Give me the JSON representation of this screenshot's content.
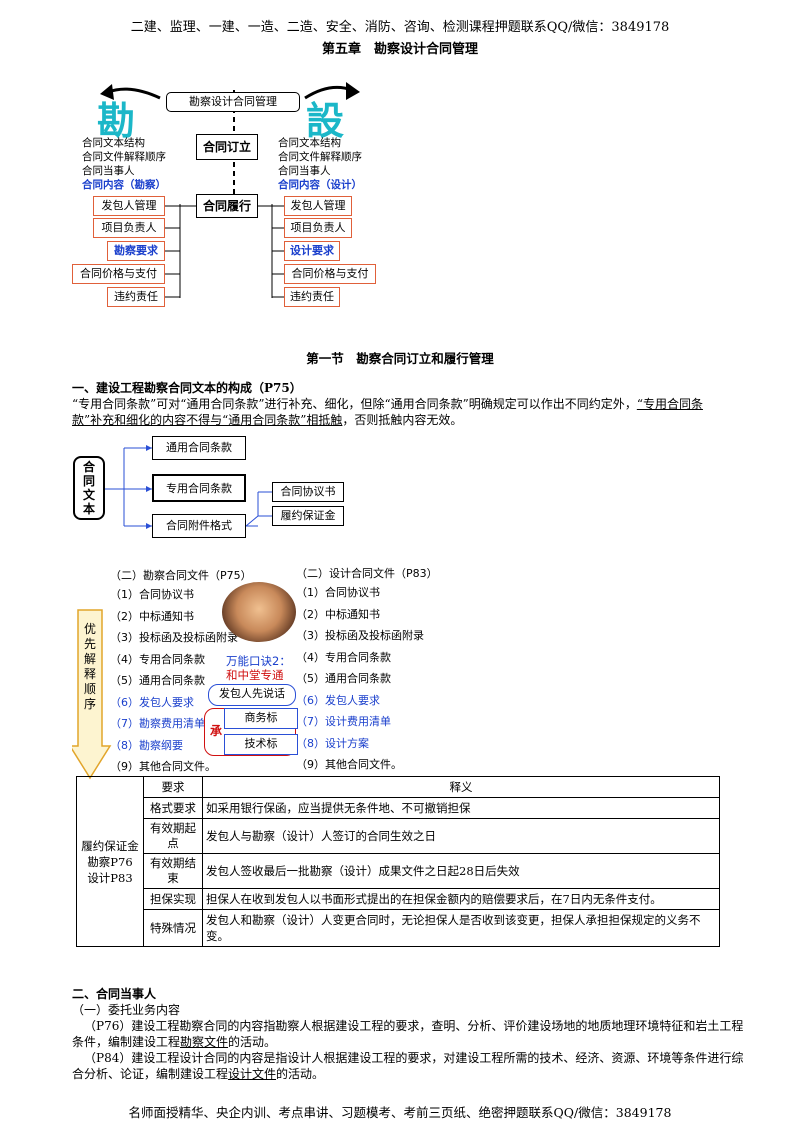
{
  "header_top": "二建、监理、一建、一造、二造、安全、消防、咨询、检测课程押题联系QQ/微信：3849178",
  "chapter_title": "第五章　勘察设计合同管理",
  "diagram1": {
    "kan": "勘",
    "she": "設",
    "center_top": "勘察设计合同管理",
    "center_sign": "合同订立",
    "center_perform": "合同履行",
    "left_lines": [
      "合同文本结构",
      "合同文件解释顺序",
      "合同当事人"
    ],
    "left_content": "合同内容（勘察）",
    "right_lines": [
      "合同文本结构",
      "合同文件解释顺序",
      "合同当事人"
    ],
    "right_content": "合同内容（设计）",
    "left_boxes": [
      "发包人管理",
      "项目负责人",
      "勘察要求",
      "合同价格与支付",
      "违约责任"
    ],
    "right_boxes": [
      "发包人管理",
      "项目负责人",
      "设计要求",
      "合同价格与支付",
      "违约责任"
    ]
  },
  "section1_title": "第一节　勘察合同订立和履行管理",
  "h1": "一、建设工程勘察合同文本的构成（P75）",
  "para1_a": "“专用合同条款”可对“通用合同条款”进行补充、细化，但除“通用合同条款”明确规定可以作出不同约定外，",
  "para1_u1": "“专用合同条",
  "para1_u2": "款”补充和细化的内容不得与“通用合同条款”相抵触",
  "para1_b": "，否则抵触内容无效。",
  "diagram2": {
    "root": "合同文本",
    "b1": "通用合同条款",
    "b2": "专用合同条款",
    "b3": "合同附件格式",
    "b4": "合同协议书",
    "b5": "履约保证金"
  },
  "diagram3": {
    "vertical": "优先解释顺序",
    "left_title": "（二）勘察合同文件（P75）",
    "right_title": "（二）设计合同文件（P83）",
    "left_items": [
      "（1）合同协议书",
      "（2）中标通知书",
      "（3）投标函及投标函附录",
      "（4）专用合同条款",
      "（5）通用合同条款",
      "（6）发包人要求",
      "（7）勘察费用清单",
      "（8）勘察纲要",
      "（9）其他合同文件。"
    ],
    "right_items": [
      "（1）合同协议书",
      "（2）中标通知书",
      "（3）投标函及投标函附录",
      "（4）专用合同条款",
      "（5）通用合同条款",
      "（6）发包人要求",
      "（7）设计费用清单",
      "（8）设计方案",
      "（9）其他合同文件。"
    ],
    "mnemonic_1": "万能口诀2：",
    "mnemonic_2": "和中堂专通",
    "bubble": "发包人先说话",
    "cheng": "承",
    "biz": "商务标",
    "tech": "技术标"
  },
  "table": {
    "rowhead": [
      "履约保证金",
      "勘察P76",
      "设计P83"
    ],
    "col1": "要求",
    "col2": "释义",
    "rows": [
      {
        "k": "格式要求",
        "v": "如采用银行保函，应当提供无条件地、不可撤销担保"
      },
      {
        "k": "有效期起点",
        "v": "发包人与勘察（设计）人签订的合同生效之日"
      },
      {
        "k": "有效期结束",
        "v": "发包人签收最后一批勘察（设计）成果文件之日起28日后失效"
      },
      {
        "k": "担保实现",
        "v": "担保人在收到发包人以书面形式提出的在担保金额内的赔偿要求后，在7日内无条件支付。"
      },
      {
        "k": "特殊情况",
        "v": "发包人和勘察（设计）人变更合同时，无论担保人是否收到该变更，担保人承担担保规定的义务不变。"
      }
    ]
  },
  "h2": "二、合同当事人",
  "h2_sub": "（一）委托业务内容",
  "p76_a": "（P76）建设工程勘察合同的内容指勘察人根据建设工程的要求，查明、分析、评价建设场地的地质地理环境特征和岩土工程条件，编制建设工程",
  "p76_u": "勘察文件",
  "p76_b": "的活动。",
  "p84_a": "（P84）建设工程设计合同的内容是指设计人根据建设工程的要求，对建设工程所需的技术、经济、资源、环境等条件进行综合分析、论证，编制建设工程",
  "p84_u": "设计文件",
  "p84_b": "的活动。",
  "footer": "名师面授精华、央企内训、考点串讲、习题模考、考前三页纸、绝密押题联系QQ/微信：3849178"
}
